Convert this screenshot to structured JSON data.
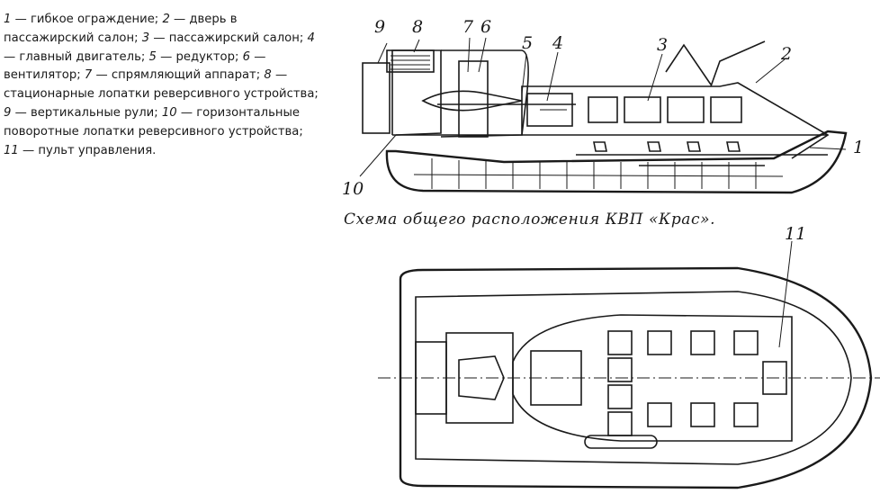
{
  "legend": [
    {
      "num": "1",
      "text": "гибкое ограждение;"
    },
    {
      "num": "2",
      "text": "дверь в пассажирский салон;"
    },
    {
      "num": "3",
      "text": "пассажирский салон;"
    },
    {
      "num": "4",
      "text": "главный двигатель;"
    },
    {
      "num": "5",
      "text": "редуктор;"
    },
    {
      "num": "6",
      "text": "вентилятор;"
    },
    {
      "num": "7",
      "text": "спрямляющий аппарат;"
    },
    {
      "num": "8",
      "text": "стационарные лопатки реверсивного устройства;"
    },
    {
      "num": "9",
      "text": "вертикальные рули;"
    },
    {
      "num": "10",
      "text": "горизонтальные поворотные лопатки реверсивного устройства;"
    },
    {
      "num": "11",
      "text": "пульт управления."
    }
  ],
  "dash_char": "—",
  "caption": "Схема общего расположения КВП «Крас».",
  "labels": {
    "l1": "1",
    "l2": "2",
    "l3": "3",
    "l4": "4",
    "l5": "5",
    "l6": "6",
    "l7": "7",
    "l8": "8",
    "l9": "9",
    "l10": "10",
    "l11": "11"
  }
}
